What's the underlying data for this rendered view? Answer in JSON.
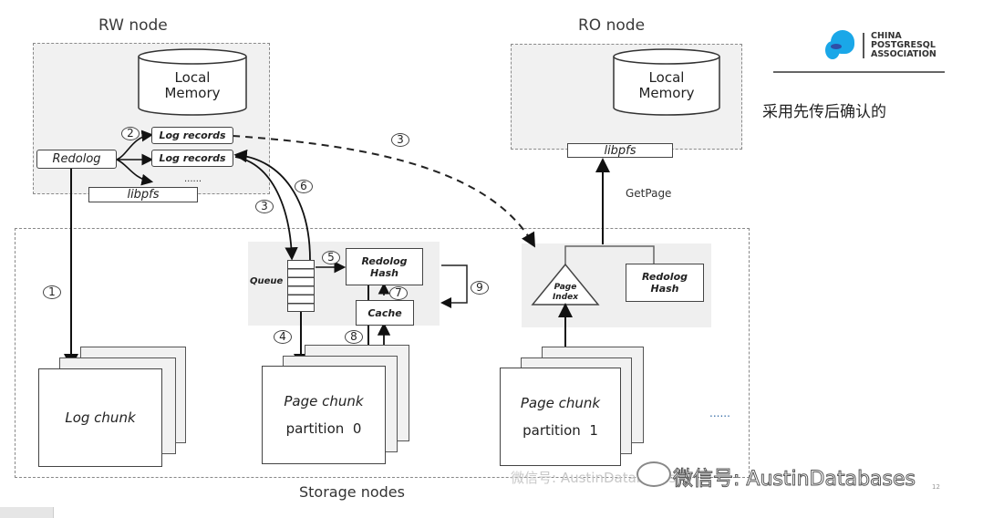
{
  "rw_node": {
    "title": "RW node",
    "local_memory": "Local\nMemory",
    "redolog": "Redolog",
    "log_records_1": "Log records",
    "log_records_2": "Log records",
    "ellipsis": "......",
    "libpfs": "libpfs",
    "step_2": "2"
  },
  "ro_node": {
    "title": "RO node",
    "local_memory": "Local\nMemory",
    "libpfs": "libpfs",
    "getpage": "GetPage"
  },
  "flow": {
    "step_1": "1",
    "step_3a": "3",
    "step_3b": "3",
    "step_4": "4",
    "step_5": "5",
    "step_6": "6",
    "step_7": "7",
    "step_8": "8",
    "step_9": "9"
  },
  "storage": {
    "label": "Storage nodes",
    "queue": "Queue",
    "redolog_hash": "Redolog Hash",
    "cache": "Cache",
    "page_index": "Page Index",
    "ro_redolog_hash": "Redolog Hash",
    "log_chunk": "Log chunk",
    "page_chunk_0_title": "Page chunk",
    "page_chunk_0_partition": "partition  0",
    "page_chunk_1_title": "Page chunk",
    "page_chunk_1_partition": "partition  1",
    "more": "......"
  },
  "branding": {
    "org_line1": "CHINA",
    "org_line2": "POSTGRESQL",
    "org_line3": "ASSOCIATION",
    "logo_color": "#1aa7e8",
    "side_text": "采用先传后确认的"
  },
  "watermark": {
    "text": "微信号: AustinDatabases",
    "faded": "微信号: AustinDatabases",
    "page_number": "12"
  }
}
